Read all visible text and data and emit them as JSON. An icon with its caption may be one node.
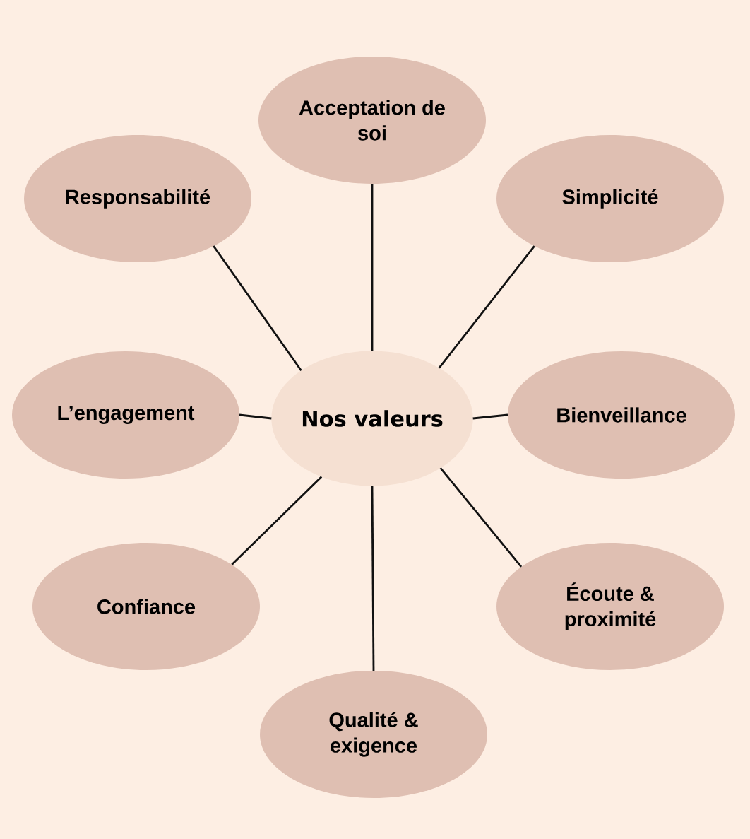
{
  "diagram": {
    "nodes": [
      {
        "text": [
          "Acceptation de soi"
        ]
      },
      {
        "text": [
          "Responsabilité"
        ]
      },
      {
        "text": [
          "Simplicité"
        ]
      },
      {
        "text": [
          "L’engagement"
        ]
      },
      {
        "text": [
          "Nos valeurs"
        ]
      },
      {
        "text": [
          "Bienveillance"
        ]
      },
      {
        "text": [
          "Confiance"
        ]
      },
      {
        "text": [
          "Écoute & proximité"
        ]
      },
      {
        "text": [
          "Qualité & exigence"
        ]
      }
    ],
    "edges": [
      {
        "from": 4,
        "to": 0,
        "arrow": "none"
      },
      {
        "from": 4,
        "to": 1,
        "arrow": "none"
      },
      {
        "from": 4,
        "to": 2,
        "arrow": "none"
      },
      {
        "from": 4,
        "to": 3,
        "arrow": "none"
      },
      {
        "from": 4,
        "to": 5,
        "arrow": "none"
      },
      {
        "from": 4,
        "to": 6,
        "arrow": "none"
      },
      {
        "from": 4,
        "to": 7,
        "arrow": "none"
      },
      {
        "from": 4,
        "to": 8,
        "arrow": "none"
      }
    ]
  }
}
